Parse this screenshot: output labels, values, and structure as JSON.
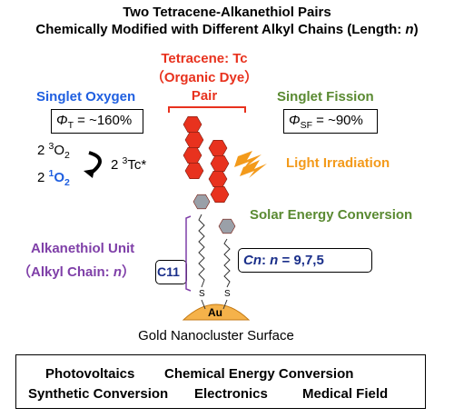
{
  "title": {
    "line1": "Two Tetracene-Alkanethiol Pairs",
    "line2_prefix": "Chemically Modified with Different Alkyl Chains (Length: ",
    "line2_var": "n",
    "line2_suffix": ")"
  },
  "tetracene": {
    "line1": "Tetracene: Tc",
    "line2": "（Organic Dye）",
    "line3": "Pair"
  },
  "singlet_oxygen": {
    "label": "Singlet Oxygen",
    "phi_symbol": "Φ",
    "phi_sub": "T",
    "phi_value": " = ~160%",
    "o2_count": "2 ",
    "o2_sup": "3",
    "o2_text": "O",
    "o2_sub": "2",
    "singlet_count": "2 ",
    "singlet_sup": "1",
    "singlet_text": "O",
    "singlet_sub": "2",
    "tc_count": "2 ",
    "tc_sup": "3",
    "tc_text": "Tc*"
  },
  "singlet_fission": {
    "label": "Singlet Fission",
    "phi_symbol": "Φ",
    "phi_sub": "SF",
    "phi_value": " = ~90%"
  },
  "light": {
    "label": "Light Irradiation"
  },
  "solar": {
    "label": "Solar Energy Conversion"
  },
  "alkanethiol": {
    "label": "Alkanethiol Unit",
    "chain_prefix": "（Alkyl Chain: ",
    "chain_var": "n",
    "chain_suffix": "）",
    "c11": "C11",
    "cn_var": "Cn",
    "cn_sep": ": ",
    "cn_n": "n",
    "cn_values": " = 9,7,5"
  },
  "sulfur": {
    "label": "S"
  },
  "gold": {
    "label": "Au",
    "surface": "Gold Nanocluster Surface"
  },
  "applications": {
    "row1": [
      "Photovoltaics",
      "Chemical Energy Conversion"
    ],
    "row2": [
      "Synthetic Conversion",
      "Electronics",
      "Medical Field"
    ]
  },
  "colors": {
    "tetracene_red": "#e8321e",
    "hex_gray": "#9aa0a8",
    "gold": "#f5b24a",
    "purple": "#7f3fa8",
    "blue": "#1f5fe0",
    "green": "#5a8a32",
    "orange": "#f39a1b"
  }
}
